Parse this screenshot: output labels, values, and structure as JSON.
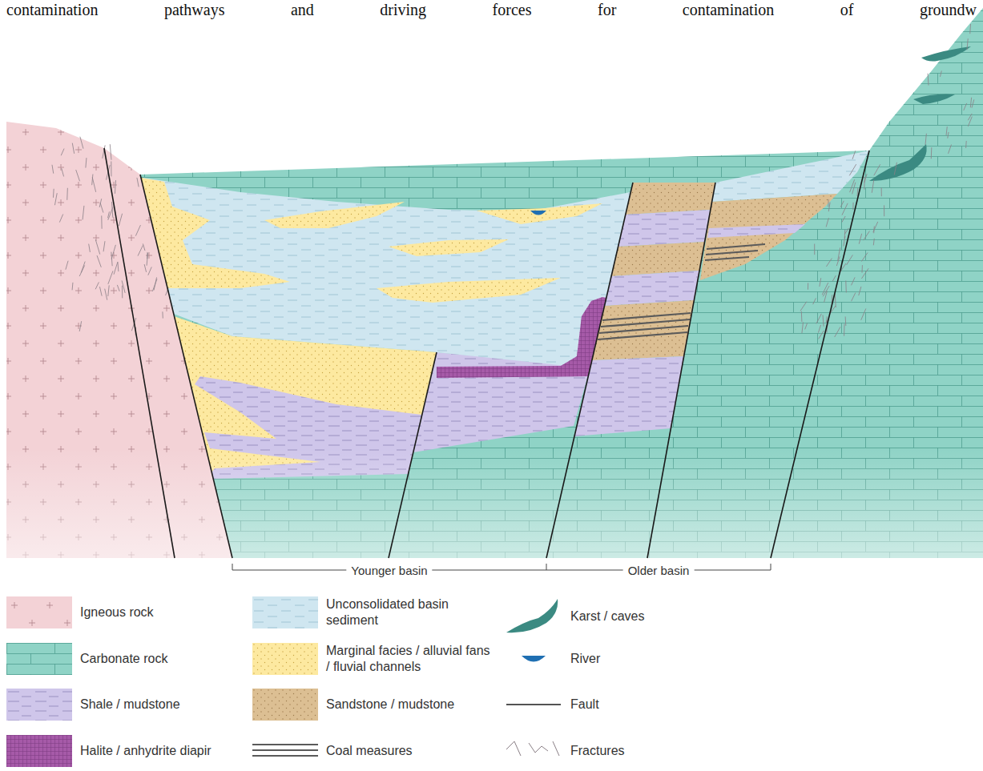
{
  "diagram": {
    "labels": [
      "contamination pathways and driving forces for contamination of groundw",
      "Younger basin",
      "Older basin"
    ],
    "legend": [
      {
        "text": "Igneous rock",
        "color": "#f3d2d6"
      },
      {
        "text": "Carbonate rock",
        "color": "#8fd3c6"
      },
      {
        "text": "Shale / mudstone",
        "color": "#cfc6ea"
      },
      {
        "text": "Halite / anhydrite diapir",
        "color": "#a65aa8"
      },
      {
        "text": "Unconsolidated basin sediment",
        "color": "#cfe6f0"
      },
      {
        "text": "Marginal facies / alluvial fans / fluvial channels",
        "color": "#fde9a0"
      },
      {
        "text": "Sandstone / mudstone",
        "color": "#dcbf93"
      },
      {
        "text": "Coal measures"
      },
      {
        "text": "Karst / caves"
      },
      {
        "text": "River"
      },
      {
        "text": "Fault"
      },
      {
        "text": "Fractures"
      }
    ]
  }
}
